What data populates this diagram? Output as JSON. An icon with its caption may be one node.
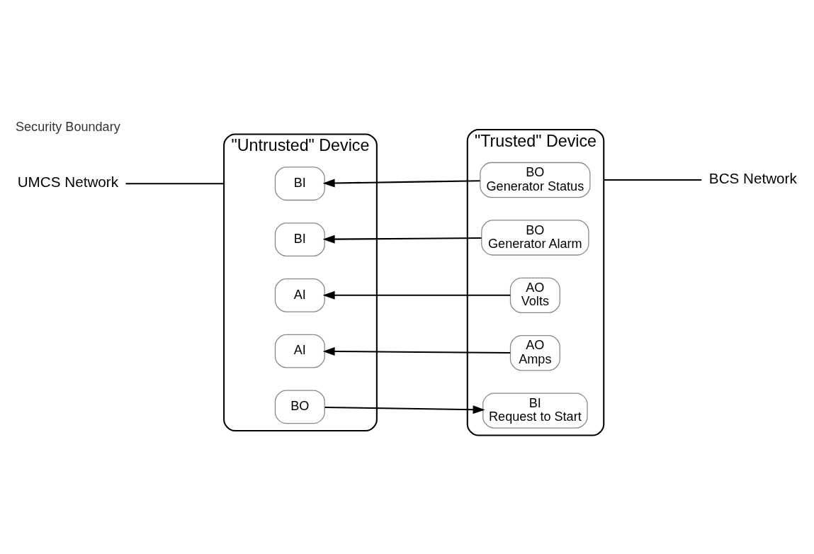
{
  "diagram": {
    "nodes": [
      {
        "text": [
          "UMCS Network"
        ]
      },
      {
        "text": [
          "\"Untrusted\" Device"
        ]
      },
      {
        "text": [
          "BI"
        ],
        "in": 1
      },
      {
        "text": [
          "BI"
        ],
        "in": 1
      },
      {
        "text": [
          "AI"
        ],
        "in": 1
      },
      {
        "text": [
          "AI"
        ],
        "in": 1
      },
      {
        "text": [
          "BO"
        ],
        "in": 1
      },
      {
        "text": [
          "\"Trusted\" Device"
        ]
      },
      {
        "text": [
          "BO",
          "Generator Status"
        ],
        "in": 7
      },
      {
        "text": [
          "BO",
          "Generator Alarm"
        ],
        "in": 7
      },
      {
        "text": [
          "AO",
          "Volts"
        ],
        "in": 7
      },
      {
        "text": [
          "AO",
          "Amps"
        ],
        "in": 7
      },
      {
        "text": [
          "BI",
          "Request to Start"
        ],
        "in": 7
      },
      {
        "text": [
          "BCS Network"
        ]
      }
    ],
    "edges": [
      {
        "from": 8,
        "to": 2,
        "arrow": "to"
      },
      {
        "from": 9,
        "to": 3,
        "arrow": "to"
      },
      {
        "from": 10,
        "to": 4,
        "arrow": "to"
      },
      {
        "from": 11,
        "to": 5,
        "arrow": "to"
      },
      {
        "from": 6,
        "to": 12,
        "arrow": "to"
      },
      {
        "from": 0,
        "to": 1,
        "arrow": "none"
      },
      {
        "from": 7,
        "to": 13,
        "arrow": "none"
      }
    ],
    "labels": [
      "Security Boundary"
    ]
  }
}
